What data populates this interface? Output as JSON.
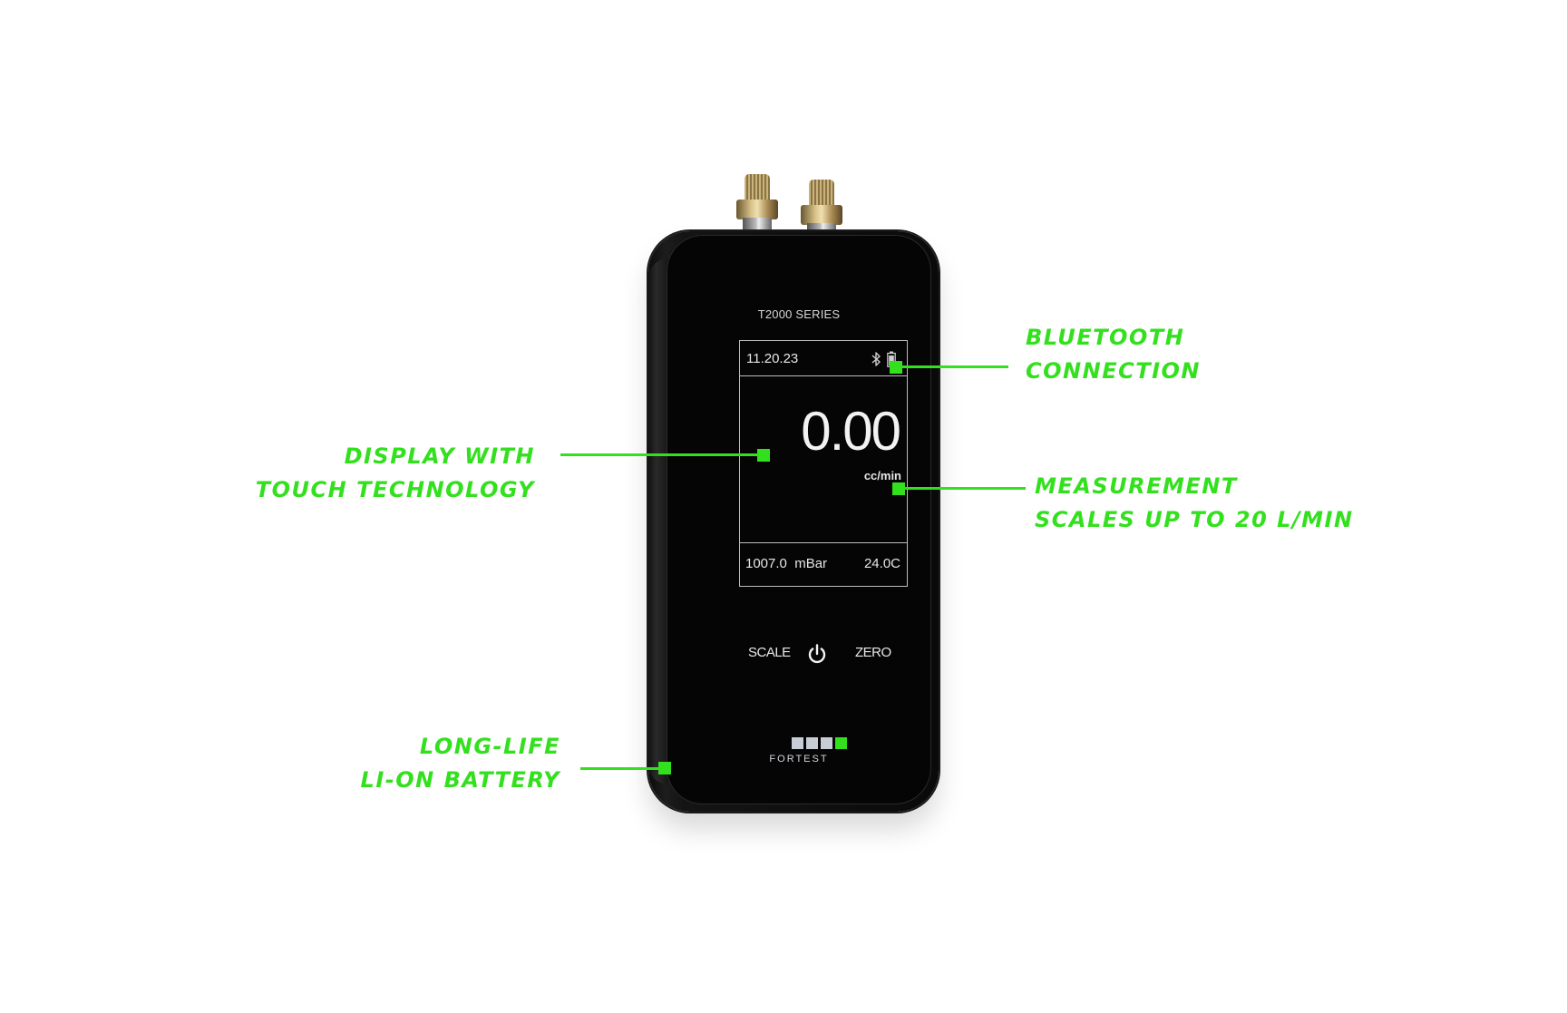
{
  "device": {
    "series_label": "T2000 SERIES",
    "screen": {
      "date": "11.20.23",
      "reading": "0.00",
      "unit": "cc/min",
      "pressure": "1007.0  mBar",
      "temperature": "24.0C",
      "icons": [
        "bluetooth-icon",
        "battery-icon"
      ]
    },
    "buttons": {
      "scale": "SCALE",
      "zero": "ZERO",
      "power_icon": "power-icon"
    },
    "logo": {
      "word": "FORTEST",
      "squares": [
        "#c8ccd4",
        "#c8ccd4",
        "#c8ccd4",
        "#33e01e"
      ]
    }
  },
  "callouts": {
    "bluetooth": {
      "line1": "BLUETOOTH",
      "line2": "CONNECTION"
    },
    "display": {
      "line1": "DISPLAY WITH",
      "line2": "TOUCH TECHNOLOGY"
    },
    "measurement": {
      "line1": "MEASUREMENT",
      "line2": "SCALES UP TO 20 L/MIN"
    },
    "battery": {
      "line1": "LONG-LIFE",
      "line2": "LI-ON BATTERY"
    }
  },
  "colors": {
    "accent": "#33e01e",
    "background": "#ffffff",
    "device_body": "#0a0a0a"
  }
}
